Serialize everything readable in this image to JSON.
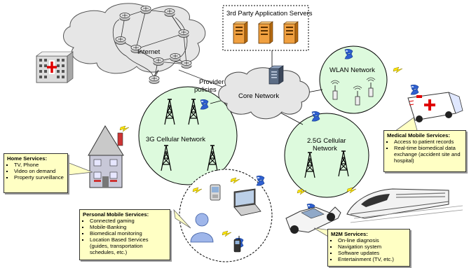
{
  "labels": {
    "internet": "Internet",
    "third_party": "3rd Party Application Servers",
    "core": "Core Network",
    "provider_line1": "Provider",
    "provider_line2": "policies",
    "wlan": "WLAN Network",
    "cellular_3g": "3G Cellular Network",
    "cellular_25g_line1": "2.5G Cellular",
    "cellular_25g_line2": "Network"
  },
  "boxes": {
    "home": {
      "title": "Home Services:",
      "items": [
        "TV, Phone",
        "Video on demand",
        "Property surveillance"
      ]
    },
    "medical": {
      "title": "Medical Mobile Services:",
      "items": [
        "Access to patient records",
        "Real-time biomedical data exchange (accident site and hospital)"
      ]
    },
    "personal": {
      "title": "Personal Mobile Services:",
      "items": [
        "Connected gaming",
        "Mobile-Banking",
        "Biomedical monitoring",
        "Location Based Services (guides, transportation schedules, etc.)"
      ]
    },
    "m2m": {
      "title": "M2M Services:",
      "items": [
        "On-line diagnosis",
        "Navigation system",
        "Software updates",
        "Entertainment (TV, etc.)"
      ]
    }
  },
  "colors": {
    "network_fill": "#ddfadd",
    "cloud_fill": "#e6e6e6",
    "box_fill": "#ffffc4",
    "lightning": "#ffe600",
    "server": "#f0a040",
    "hospital_cross": "#e00000",
    "person": "#9fb6ea",
    "modem": "#2e5fd0"
  },
  "icons": [
    "hospital-icon",
    "router-icon",
    "server-icon",
    "core-switch-icon",
    "antenna-tower-icon",
    "access-point-icon",
    "ambulance-icon",
    "house-icon",
    "mobile-phone-icon",
    "laptop-icon",
    "person-icon",
    "car-icon",
    "train-icon",
    "modem-icon",
    "lightning-icon"
  ]
}
